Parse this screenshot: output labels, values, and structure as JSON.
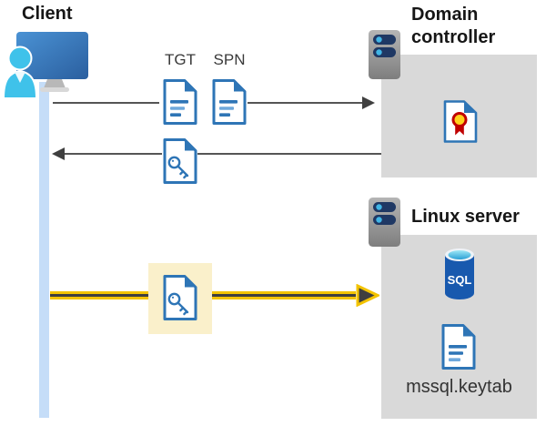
{
  "nodes": {
    "client": {
      "label": "Client"
    },
    "domain_controller": {
      "label": "Domain controller"
    },
    "linux_server": {
      "label": "Linux server"
    }
  },
  "artifacts": {
    "tgt_label": "TGT",
    "spn_label": "SPN",
    "sql_badge": "SQL",
    "keytab_label": "mssql.keytab"
  },
  "icons": {
    "client": "user-at-monitor-icon",
    "domain_controller": "server-icon",
    "linux_server": "server-icon",
    "tgt": "document-icon",
    "spn": "document-icon",
    "service_ticket": "key-document-icon",
    "certificate": "certificate-document-icon",
    "sql": "sql-database-cylinder-icon",
    "keytab": "document-icon"
  },
  "colors": {
    "doc_blue": "#2e75b6",
    "doc_line_light": "#6fa8dc",
    "box_gray": "#d9d9d9",
    "line_gray": "#555555",
    "head_gray": "#3f3f3f",
    "lifeline_blue": "#c5ddf8",
    "highlight_yellow": "#faf0cb",
    "arrow_yellow": "#f3c300",
    "server_navy": "#1f3864",
    "server_dot_blue": "#41b6e6",
    "sql_blue": "#1859ae",
    "user_cyan": "#3fc2ea",
    "cert_red": "#c00000",
    "cert_gold": "#ffd21e",
    "label_dark": "#161616",
    "label_gray": "#3a3a3a"
  }
}
